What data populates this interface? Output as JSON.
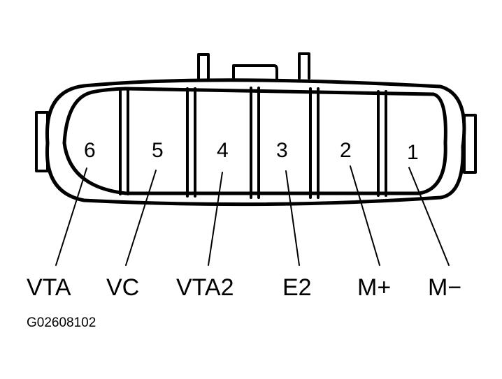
{
  "diagram": {
    "type": "connector-pinout",
    "pins": [
      {
        "number": "6",
        "signal": "VTA"
      },
      {
        "number": "5",
        "signal": "VC"
      },
      {
        "number": "4",
        "signal": "VTA2"
      },
      {
        "number": "3",
        "signal": "E2"
      },
      {
        "number": "2",
        "signal": "M+"
      },
      {
        "number": "1",
        "signal": "M−"
      }
    ],
    "figure_id": "G02608102",
    "colors": {
      "line": "#000000",
      "background": "#ffffff"
    }
  }
}
